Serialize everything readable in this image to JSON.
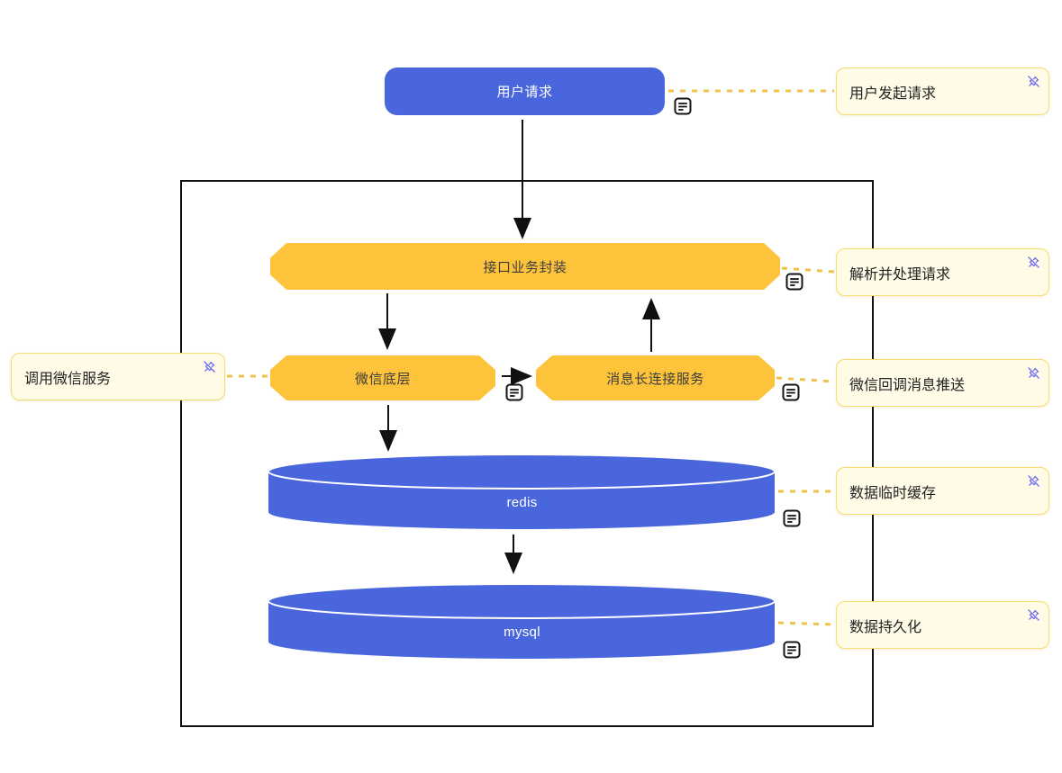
{
  "diagram": {
    "nodes": {
      "user_request": {
        "label": "用户请求"
      },
      "api_wrapper": {
        "label": "接口业务封装"
      },
      "wechat_base": {
        "label": "微信底层"
      },
      "msg_long_conn": {
        "label": "消息长连接服务"
      },
      "redis": {
        "label": "redis"
      },
      "mysql": {
        "label": "mysql"
      }
    },
    "notes": {
      "user_initiates": {
        "label": "用户发起请求"
      },
      "parse_handle": {
        "label": "解析并处理请求"
      },
      "call_wechat": {
        "label": "调用微信服务"
      },
      "wechat_callback": {
        "label": "微信回调消息推送"
      },
      "temp_cache": {
        "label": "数据临时缓存"
      },
      "persistence": {
        "label": "数据持久化"
      }
    },
    "icons": {
      "doc_icon": "document-lines-icon",
      "pin_icon": "pin-off-icon"
    },
    "colors": {
      "node_blue": "#4A66DC",
      "node_orange": "#FCC33B",
      "note_background": "#FFFBE6",
      "note_border": "#F7DC72",
      "dashed_connector": "#EFC24B",
      "arrow": "#111111",
      "pin_icon": "#6D6AF2",
      "frame_border": "#101010"
    }
  }
}
